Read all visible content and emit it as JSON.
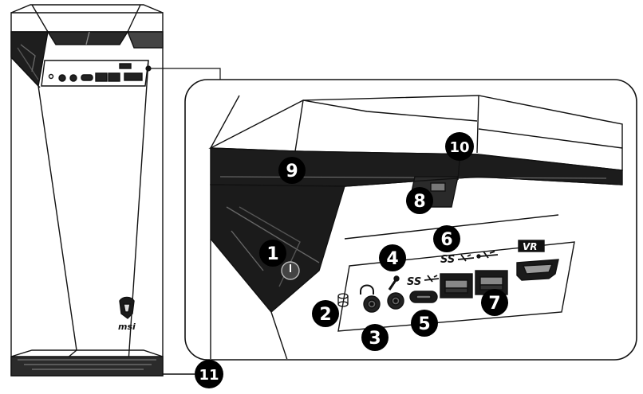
{
  "brand": {
    "logo_text": "msi"
  },
  "port_labels": {
    "superspeed_a": "SS",
    "superspeed_b": "SS",
    "vr": "VR"
  },
  "callouts": [
    {
      "id": "1",
      "label": "1"
    },
    {
      "id": "2",
      "label": "2"
    },
    {
      "id": "3",
      "label": "3"
    },
    {
      "id": "4",
      "label": "4"
    },
    {
      "id": "5",
      "label": "5"
    },
    {
      "id": "6",
      "label": "6"
    },
    {
      "id": "7",
      "label": "7"
    },
    {
      "id": "8",
      "label": "8"
    },
    {
      "id": "9",
      "label": "9"
    },
    {
      "id": "10",
      "label": "10"
    },
    {
      "id": "11",
      "label": "11"
    }
  ],
  "colors": {
    "line": "#111111",
    "fill_dark": "#1a1a1a",
    "fill_mid": "#3a3a3a",
    "callout": "#000000",
    "callout_text": "#ffffff"
  }
}
